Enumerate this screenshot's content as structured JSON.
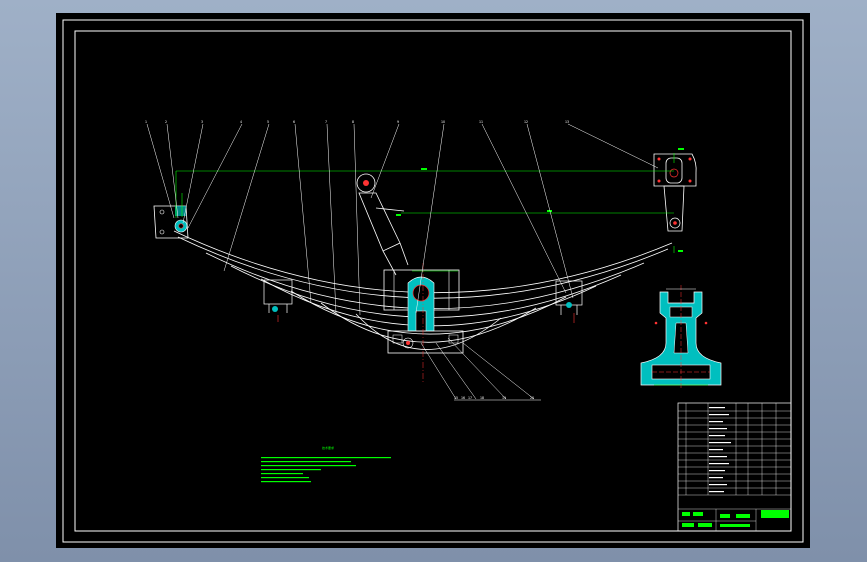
{
  "drawing": {
    "part_labels": [
      "1",
      "2",
      "3",
      "4",
      "5",
      "6",
      "7",
      "8",
      "9",
      "10",
      "11",
      "12",
      "13"
    ],
    "lower_labels": [
      "15",
      "16",
      "17",
      "18",
      "19",
      "20"
    ],
    "notes_title": "技术要求",
    "colors": {
      "background": "#000000",
      "outline": "#ffffff",
      "dimension": "#00ff00",
      "section": "#00bfbf",
      "accent": "#ff3333"
    }
  }
}
